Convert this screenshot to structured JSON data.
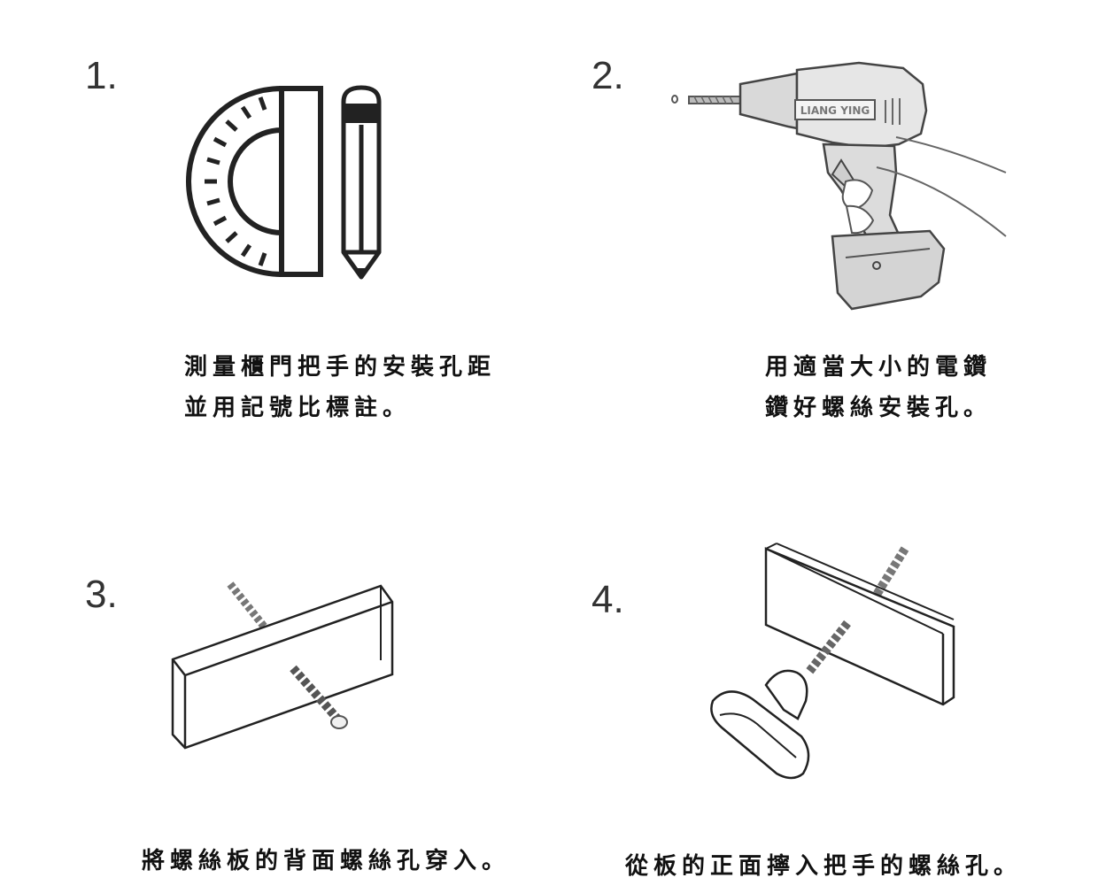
{
  "steps": [
    {
      "number": "1.",
      "caption_lines": [
        "測量櫃門把手的安裝孔距",
        "並用記號比標註。"
      ],
      "icons": [
        "protractor-icon",
        "pencil-icon"
      ]
    },
    {
      "number": "2.",
      "caption_lines": [
        "用適當大小的電鑽",
        "鑽好螺絲安裝孔。"
      ],
      "drill_brand": "LIANG YING",
      "icons": [
        "power-drill-icon"
      ]
    },
    {
      "number": "3.",
      "caption_lines": [
        "將螺絲板的背面螺絲孔穿入。"
      ],
      "icons": [
        "screw-plate-icon"
      ]
    },
    {
      "number": "4.",
      "caption_lines": [
        "從板的正面擰入把手的螺絲孔。"
      ],
      "icons": [
        "knob-handle-icon"
      ]
    }
  ],
  "colors": {
    "line": "#222222",
    "text": "#111111",
    "number": "#333333"
  }
}
